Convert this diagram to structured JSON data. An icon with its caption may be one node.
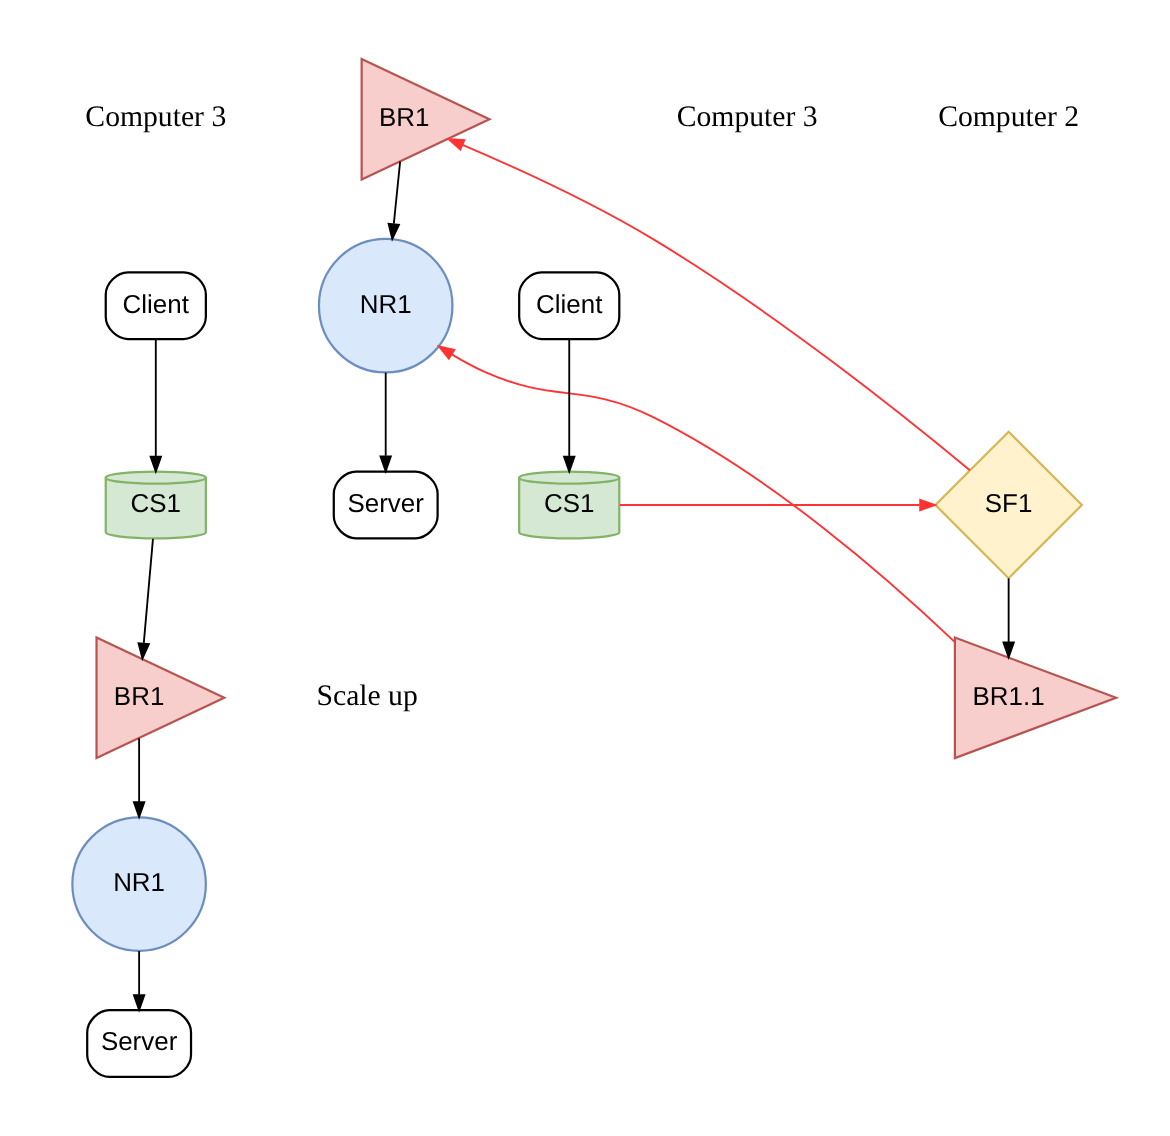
{
  "diagram": {
    "nodes": [
      {
        "text": [
          "Client"
        ]
      },
      {
        "text": [
          "CS1"
        ]
      },
      {
        "text": [
          "BR1"
        ]
      },
      {
        "text": [
          "NR1"
        ]
      },
      {
        "text": [
          "Server"
        ]
      },
      {
        "text": [
          "SF1"
        ]
      },
      {
        "text": [
          "BR1.1"
        ]
      },
      {
        "text": [
          "Client"
        ]
      },
      {
        "text": [
          "CS1"
        ]
      },
      {
        "text": [
          "BR1"
        ]
      },
      {
        "text": [
          "NR1"
        ]
      },
      {
        "text": [
          "Server"
        ]
      }
    ],
    "edges": [
      {
        "from": 0,
        "to": 1,
        "arrow": "to"
      },
      {
        "from": 1,
        "to": 2,
        "arrow": "to"
      },
      {
        "from": 2,
        "to": 3,
        "arrow": "to"
      },
      {
        "from": 3,
        "to": 4,
        "arrow": "to"
      },
      {
        "from": 5,
        "to": 6,
        "arrow": "to"
      },
      {
        "from": 7,
        "to": 8,
        "arrow": "to"
      },
      {
        "from": 8,
        "to": 5,
        "arrow": "to",
        "color": "#ff3333"
      },
      {
        "from": 5,
        "to": 9,
        "arrow": "to",
        "color": "#ff3333"
      },
      {
        "from": 6,
        "to": 10,
        "arrow": "to",
        "color": "#ff3333"
      },
      {
        "from": 9,
        "to": 10,
        "arrow": "to"
      },
      {
        "from": 10,
        "to": 11,
        "arrow": "to"
      }
    ],
    "labels": [
      "Computer 3",
      "Scale up",
      "Computer 2",
      "Computer 3"
    ]
  }
}
